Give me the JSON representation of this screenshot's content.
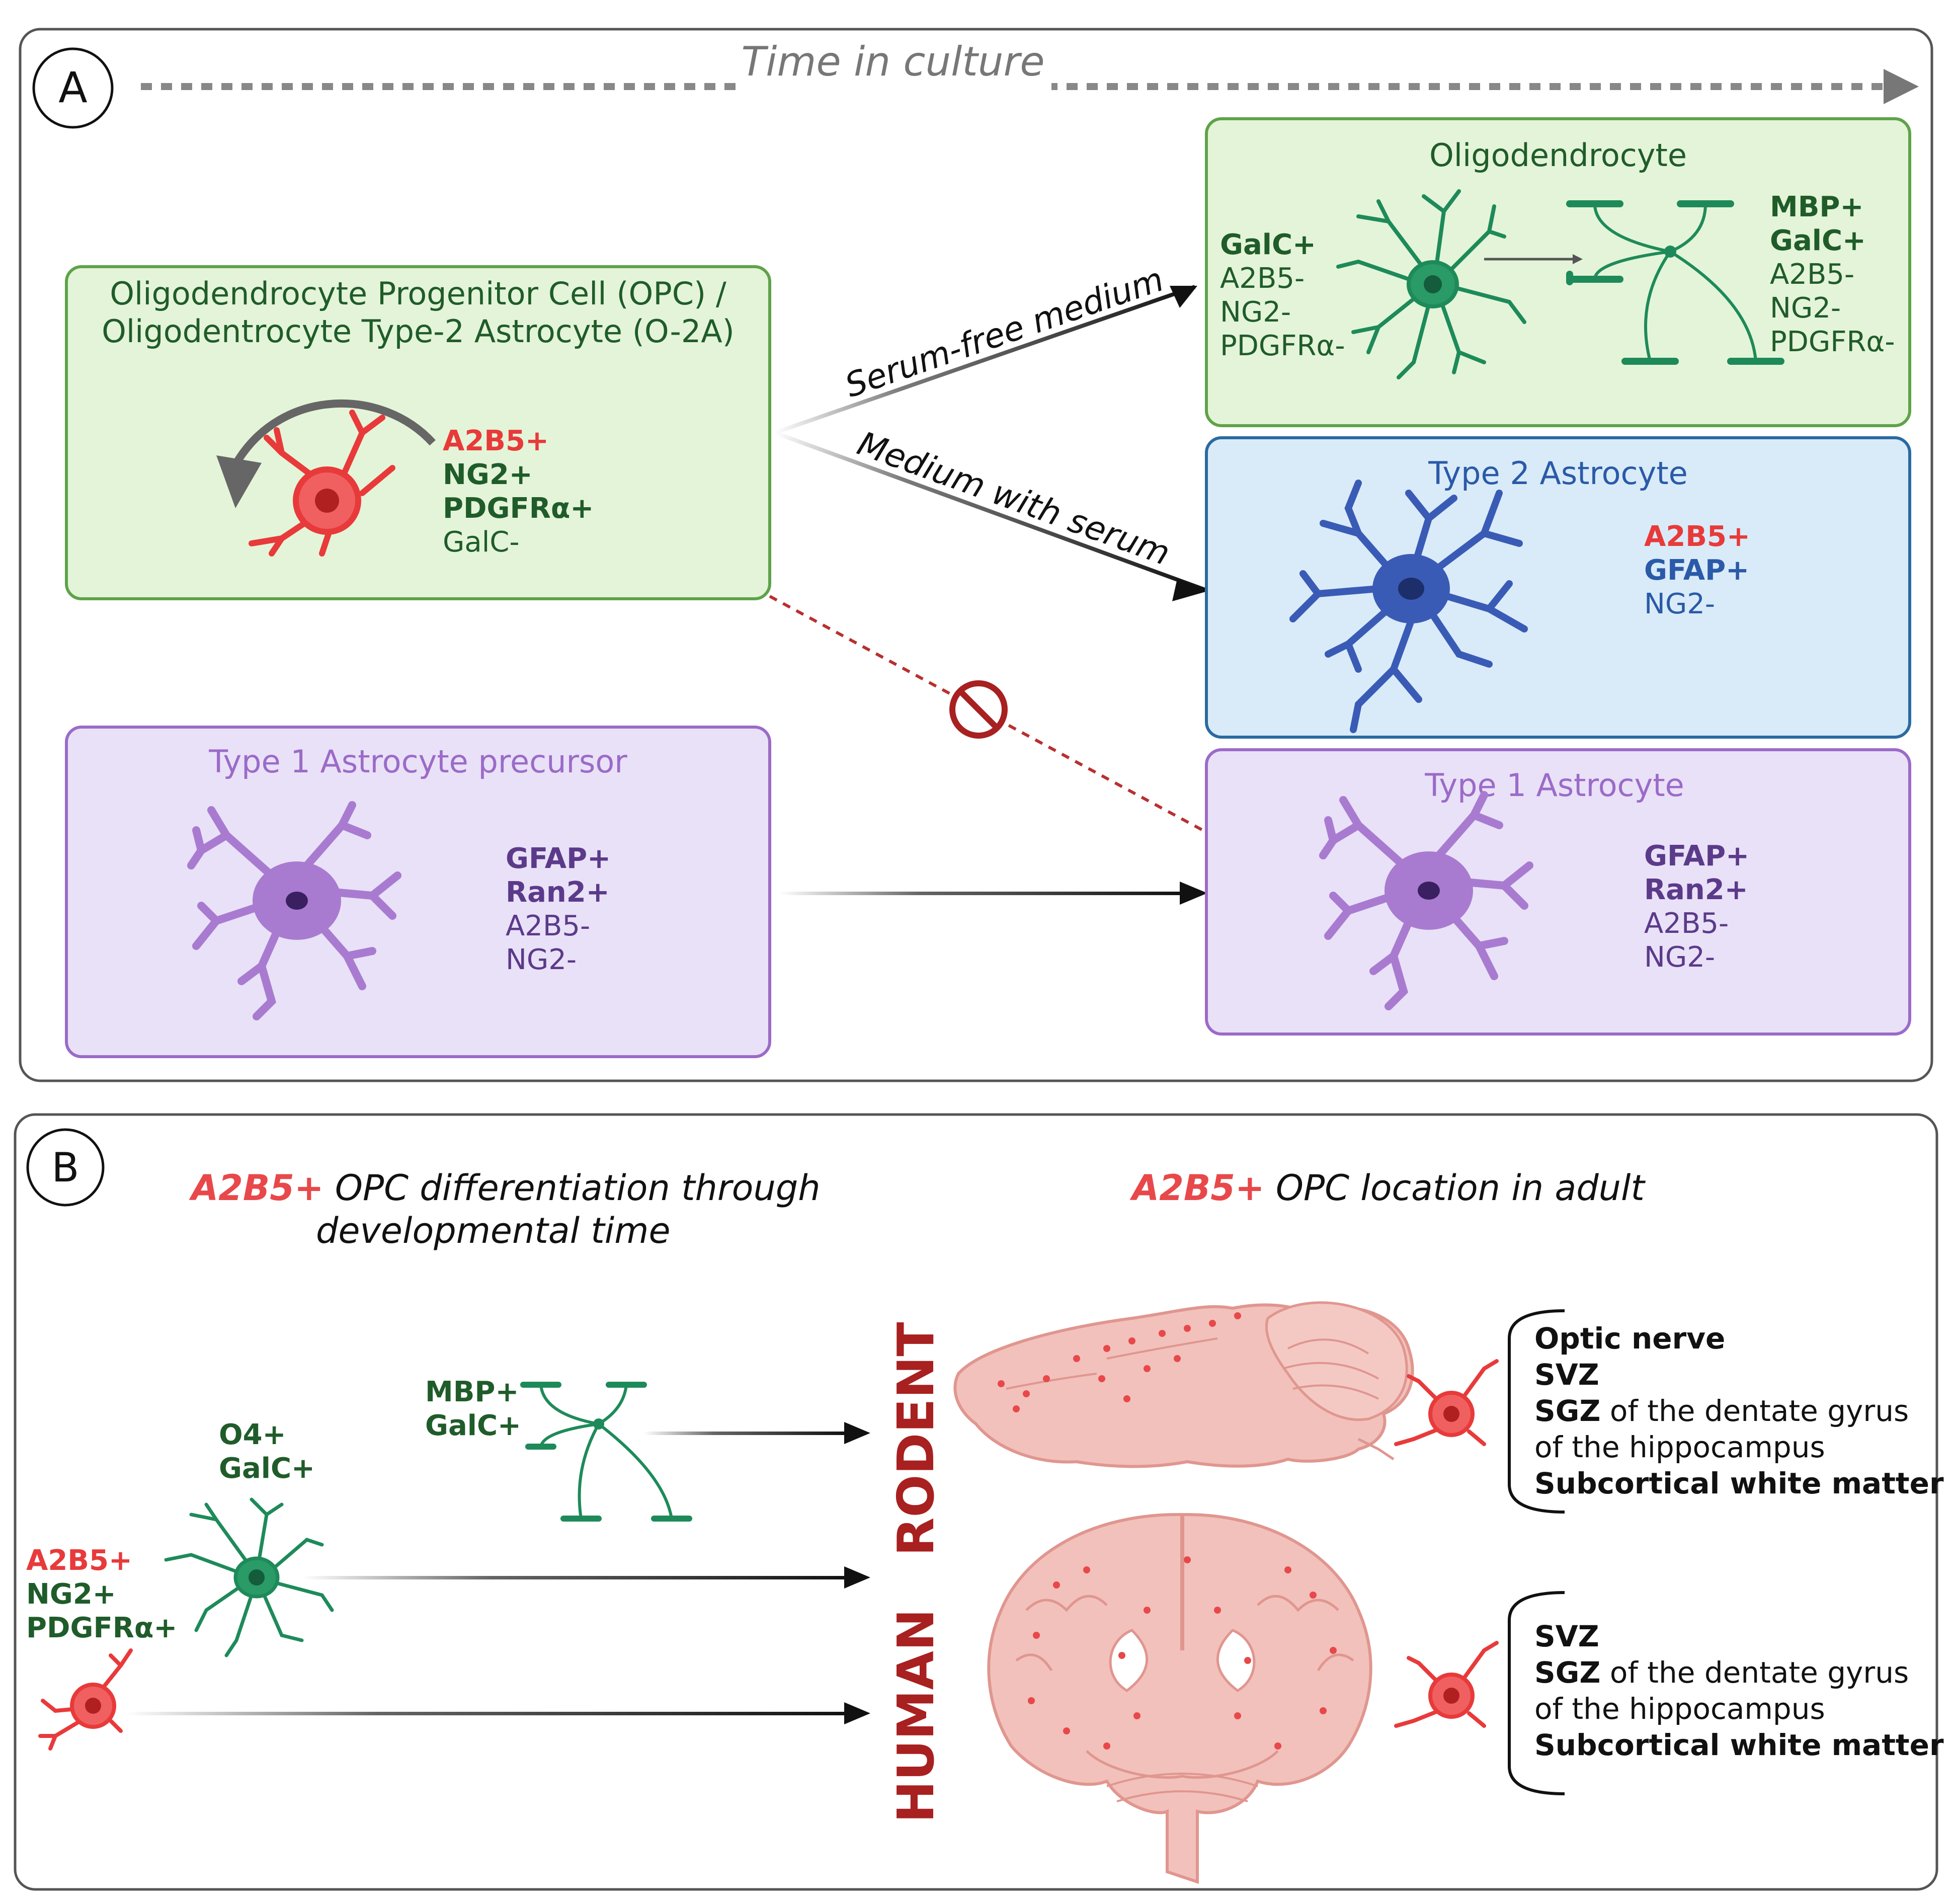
{
  "panel_a": {
    "badge": "A",
    "time_label": "Time in culture",
    "opc": {
      "title_line1": "Oligodendrocyte Progenitor Cell (OPC) /",
      "title_line2": "Oligodentrocyte Type-2 Astrocyte (O-2A)",
      "markers": [
        "A2B5+",
        "NG2+",
        "PDGFRα+",
        "GalC-"
      ]
    },
    "arrow_serum_free": "Serum-free medium",
    "arrow_with_serum": "Medium with serum",
    "oligodendrocyte": {
      "title": "Oligodendrocyte",
      "left_markers": [
        "GalC+",
        "A2B5-",
        "NG2-",
        "PDGFRα-"
      ],
      "right_markers": [
        "MBP+",
        "GalC+",
        "A2B5-",
        "NG2-",
        "PDGFRα-"
      ]
    },
    "type2": {
      "title": "Type 2 Astrocyte",
      "markers": [
        "A2B5+",
        "GFAP+",
        "NG2-"
      ]
    },
    "type1_precursor": {
      "title": "Type 1 Astrocyte precursor",
      "markers": [
        "GFAP+",
        "Ran2+",
        "A2B5-",
        "NG2-"
      ]
    },
    "type1": {
      "title": "Type 1 Astrocyte",
      "markers": [
        "GFAP+",
        "Ran2+",
        "A2B5-",
        "NG2-"
      ]
    }
  },
  "panel_b": {
    "badge": "B",
    "left_heading_marker": "A2B5+",
    "left_heading_line1": " OPC differentiation through",
    "left_heading_line2": "developmental time",
    "right_heading_marker": "A2B5+",
    "right_heading_rest": " OPC location in adult",
    "stage_mature": [
      "MBP+",
      "GalC+"
    ],
    "stage_immature": [
      "O4+",
      "GalC+"
    ],
    "stage_opc": [
      "A2B5+",
      "NG2+",
      "PDGFRα+"
    ],
    "rodent_label": "RODENT",
    "human_label": "HUMAN",
    "rodent_locations": {
      "line1": "Optic nerve",
      "line2": "SVZ",
      "line3_bold": "SGZ",
      "line3_rest": " of the dentate gyrus",
      "line4": "of the hippocampus",
      "line5": "Subcortical white matter"
    },
    "human_locations": {
      "line1": "SVZ",
      "line2_bold": "SGZ",
      "line2_rest": " of the dentate gyrus",
      "line3": "of the hippocampus",
      "line4": "Subcortical white matter"
    }
  },
  "colors": {
    "opc_red": "#e83a3a",
    "dark_green": "#1f5c2a",
    "oligo_green": "#1e8a5a",
    "astro_blue": "#3a5bb5",
    "astro_purple": "#9b6bc8",
    "purple_text": "#5b3a8a",
    "brain_pink": "#f0b0aa",
    "species_red": "#a82020"
  }
}
